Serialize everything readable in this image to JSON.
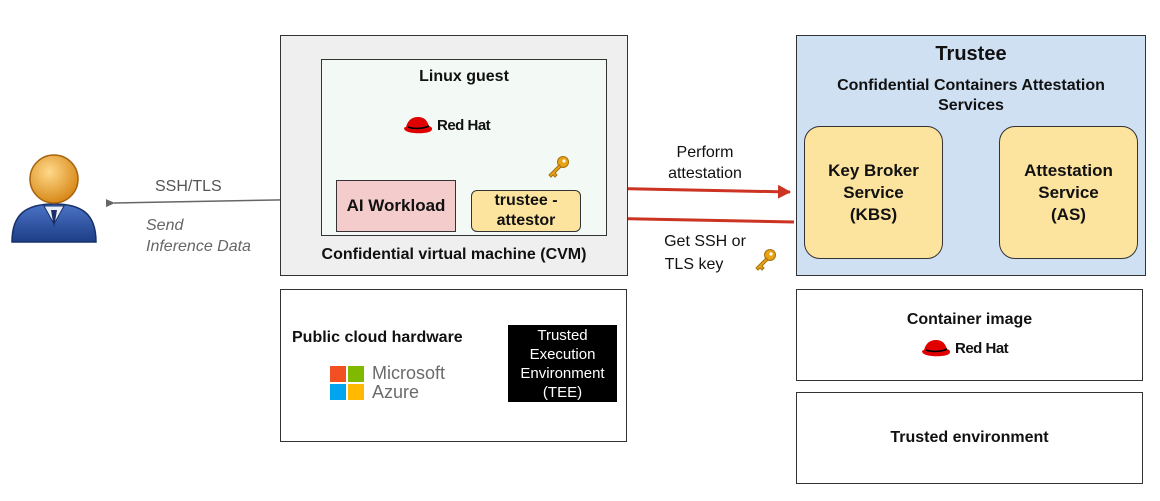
{
  "user": {
    "icon": "user-avatar-icon"
  },
  "ssh": {
    "label": "SSH/TLS",
    "send_line1": "Send",
    "send_line2": "Inference Data"
  },
  "cvm": {
    "title": "Confidential virtual machine (CVM)",
    "guest_title": "Linux guest",
    "ai_workload": "AI Workload",
    "attestor_line1": "trustee -",
    "attestor_line2": "attestor"
  },
  "redhat": {
    "text": "Red Hat"
  },
  "arrows": {
    "perform_line1": "Perform",
    "perform_line2": "attestation",
    "get_line1": "Get SSH or",
    "get_line2": "TLS key"
  },
  "hardware": {
    "title": "Public cloud hardware",
    "microsoft": "Microsoft",
    "azure": "Azure",
    "tee_line1": "Trusted",
    "tee_line2": "Execution",
    "tee_line3": "Environment",
    "tee_line4": "(TEE)"
  },
  "trustee": {
    "title": "Trustee",
    "subtitle_line1": "Confidential Containers Attestation",
    "subtitle_line2": "Services",
    "kbs_line1": "Key Broker",
    "kbs_line2": "Service",
    "kbs_line3": "(KBS)",
    "as_line1": "Attestation",
    "as_line2": "Service",
    "as_line3": "(AS)"
  },
  "container_image": {
    "title": "Container image"
  },
  "trusted_env": {
    "title": "Trusted environment"
  },
  "colors": {
    "red_arrow": "#cc3322",
    "key_gold": "#e8a317",
    "redhat_red": "#e00000",
    "ms_red": "#f25022",
    "ms_green": "#7fba00",
    "ms_blue": "#00a4ef",
    "ms_yellow": "#ffb900"
  }
}
